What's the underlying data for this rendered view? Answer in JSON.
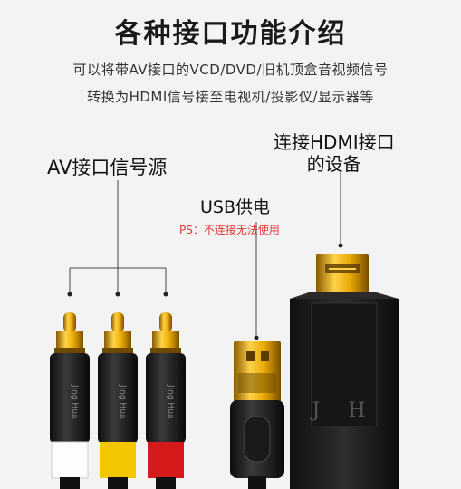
{
  "header": {
    "title": "各种接口功能介绍",
    "desc_line1": "可以将带AV接口的VCD/DVD/旧机顶盒音视频信号",
    "desc_line2": "转换为HDMI信号接至电视机/投影仪/显示器等"
  },
  "labels": {
    "av_source": "AV接口信号源",
    "usb_power": "USB供电",
    "ps_note": "PS：不连接无法使用",
    "hdmi_line1": "连接HDMI接口",
    "hdmi_line2": "的设备"
  },
  "colors": {
    "rca_white": "#ffffff",
    "rca_yellow": "#f2c600",
    "rca_red": "#d41a1a",
    "gold": "#e0a800",
    "note_red": "#e23636"
  },
  "markings": {
    "rca_brand": "Jing Hua",
    "hdmi_logo": "J H"
  }
}
